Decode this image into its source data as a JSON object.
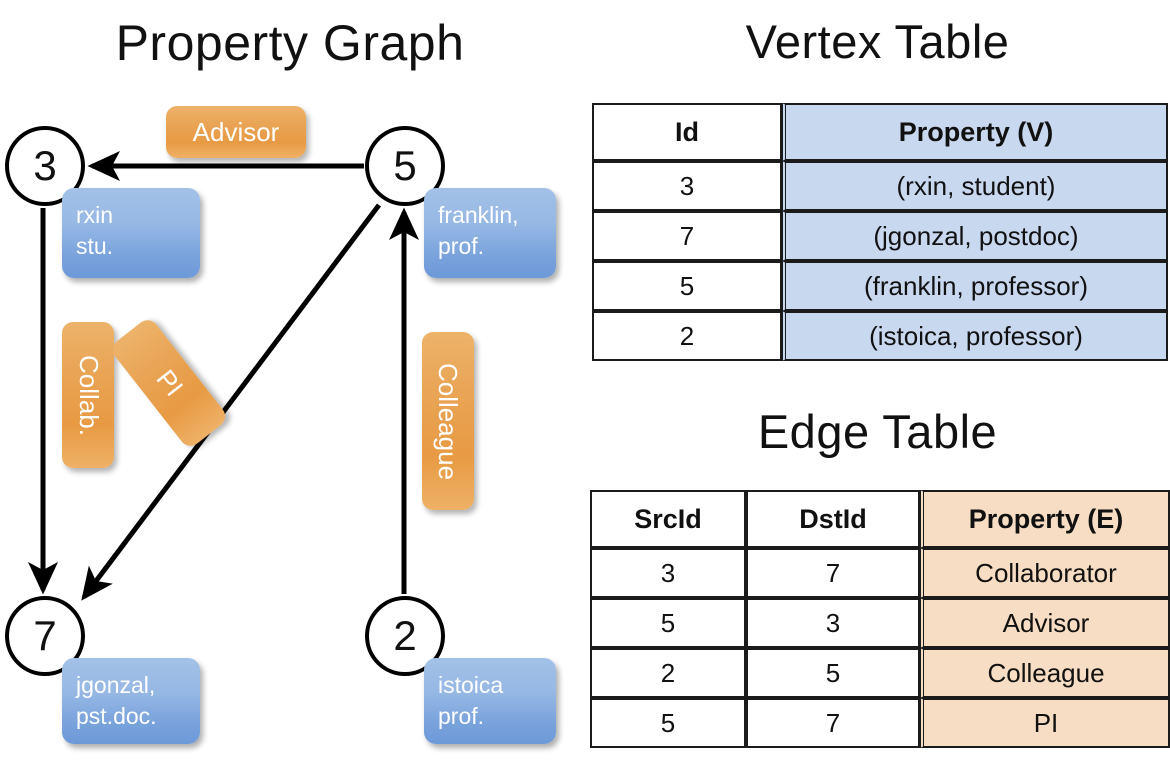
{
  "titles": {
    "property_graph": "Property Graph",
    "vertex_table": "Vertex Table",
    "edge_table": "Edge Table"
  },
  "graph": {
    "vertices": [
      {
        "id": "3",
        "property": "rxin\nstu.",
        "prop_line1": "rxin",
        "prop_line2": "stu."
      },
      {
        "id": "5",
        "property": "franklin, prof.",
        "prop_line1": "franklin,",
        "prop_line2": "prof."
      },
      {
        "id": "7",
        "property": "jgonzal, pst.doc.",
        "prop_line1": "jgonzal,",
        "prop_line2": "pst.doc."
      },
      {
        "id": "2",
        "property": "istoica prof.",
        "prop_line1": "istoica",
        "prop_line2": "prof."
      }
    ],
    "edge_labels": {
      "advisor": "Advisor",
      "collab": "Collab.",
      "pi": "PI",
      "colleague": "Colleague"
    },
    "edges": [
      {
        "src": "5",
        "dst": "3",
        "label": "Advisor"
      },
      {
        "src": "3",
        "dst": "7",
        "label": "Collab."
      },
      {
        "src": "5",
        "dst": "7",
        "label": "PI"
      },
      {
        "src": "2",
        "dst": "5",
        "label": "Colleague"
      }
    ]
  },
  "vertex_table": {
    "headers": [
      "Id",
      "Property (V)"
    ],
    "rows": [
      {
        "id": "3",
        "property": "(rxin, student)"
      },
      {
        "id": "7",
        "property": "(jgonzal, postdoc)"
      },
      {
        "id": "5",
        "property": "(franklin, professor)"
      },
      {
        "id": "2",
        "property": "(istoica, professor)"
      }
    ]
  },
  "edge_table": {
    "headers": [
      "SrcId",
      "DstId",
      "Property (E)"
    ],
    "rows": [
      {
        "src": "3",
        "dst": "7",
        "property": "Collaborator"
      },
      {
        "src": "5",
        "dst": "3",
        "property": "Advisor"
      },
      {
        "src": "2",
        "dst": "5",
        "property": "Colleague"
      },
      {
        "src": "5",
        "dst": "7",
        "property": "PI"
      }
    ]
  },
  "colors": {
    "vertex_property_blue": "#7aa3dc",
    "edge_label_orange": "#e9a455",
    "vertex_table_highlight": "#c8d8ef",
    "edge_table_highlight": "#f7ddc3",
    "stroke": "#000000",
    "background": "#ffffff"
  }
}
